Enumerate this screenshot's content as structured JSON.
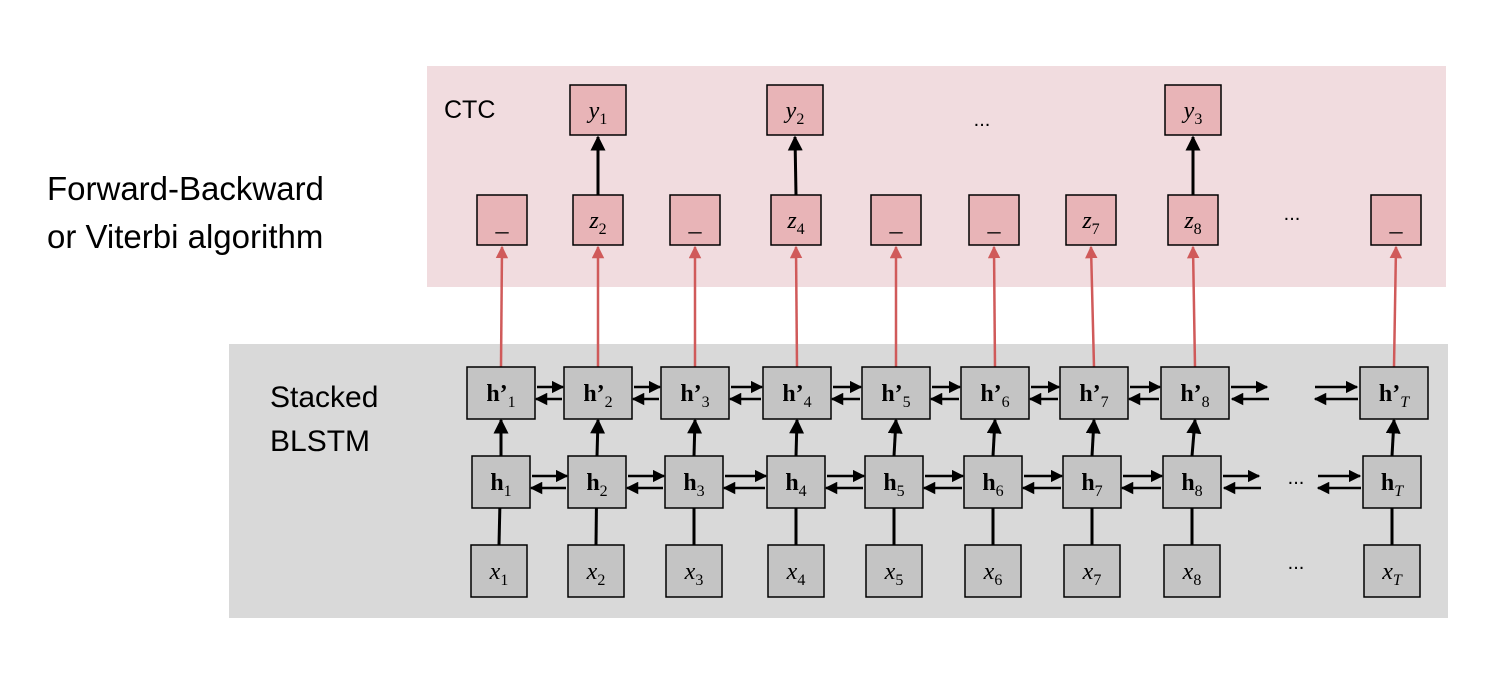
{
  "side_label": {
    "line1": "Forward-Backward",
    "line2": "or Viterbi algorithm"
  },
  "ctc": {
    "label": "CTC",
    "outputs": [
      {
        "base": "y",
        "sub": "1"
      },
      {
        "base": "y",
        "sub": "2"
      },
      {
        "base": "y",
        "sub": "3"
      }
    ],
    "outputs_ellipsis": "...",
    "alignment": [
      {
        "kind": "blank",
        "text": "_"
      },
      {
        "kind": "symbol",
        "base": "z",
        "sub": "2"
      },
      {
        "kind": "blank",
        "text": "_"
      },
      {
        "kind": "symbol",
        "base": "z",
        "sub": "4"
      },
      {
        "kind": "blank",
        "text": "_"
      },
      {
        "kind": "blank",
        "text": "_"
      },
      {
        "kind": "symbol",
        "base": "z",
        "sub": "7"
      },
      {
        "kind": "symbol",
        "base": "z",
        "sub": "8"
      },
      {
        "kind": "blank",
        "text": "_"
      }
    ],
    "alignment_ellipsis": "..."
  },
  "blstm": {
    "label_line1": "Stacked",
    "label_line2": "BLSTM",
    "upper_layer": [
      {
        "base": "h’",
        "sub": "1"
      },
      {
        "base": "h’",
        "sub": "2"
      },
      {
        "base": "h’",
        "sub": "3"
      },
      {
        "base": "h’",
        "sub": "4"
      },
      {
        "base": "h’",
        "sub": "5"
      },
      {
        "base": "h’",
        "sub": "6"
      },
      {
        "base": "h’",
        "sub": "7"
      },
      {
        "base": "h’",
        "sub": "8"
      },
      {
        "base": "h’",
        "sub": "T"
      }
    ],
    "lower_layer": [
      {
        "base": "h",
        "sub": "1"
      },
      {
        "base": "h",
        "sub": "2"
      },
      {
        "base": "h",
        "sub": "3"
      },
      {
        "base": "h",
        "sub": "4"
      },
      {
        "base": "h",
        "sub": "5"
      },
      {
        "base": "h",
        "sub": "6"
      },
      {
        "base": "h",
        "sub": "7"
      },
      {
        "base": "h",
        "sub": "8"
      },
      {
        "base": "h",
        "sub": "T"
      }
    ],
    "lower_ellipsis": "..."
  },
  "inputs": [
    {
      "base": "x",
      "sub": "1"
    },
    {
      "base": "x",
      "sub": "2"
    },
    {
      "base": "x",
      "sub": "3"
    },
    {
      "base": "x",
      "sub": "4"
    },
    {
      "base": "x",
      "sub": "5"
    },
    {
      "base": "x",
      "sub": "6"
    },
    {
      "base": "x",
      "sub": "7"
    },
    {
      "base": "x",
      "sub": "8"
    },
    {
      "base": "x",
      "sub": "T"
    }
  ],
  "inputs_ellipsis": "...",
  "colors": {
    "ctc_region": "#f1dcdf",
    "ctc_box": "#e8b4b7",
    "blstm_region": "#d9d9d9",
    "node_box": "#c4c4c4",
    "red_arrow": "#d05a5a",
    "black": "#000000"
  }
}
